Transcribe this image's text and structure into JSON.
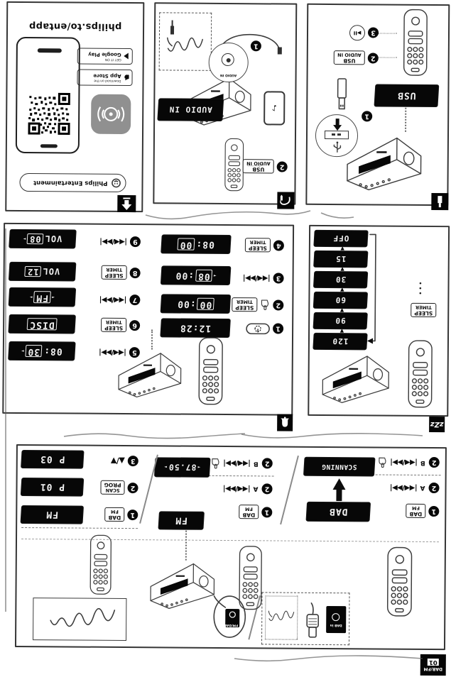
{
  "badges": {
    "dabfm_num": "01",
    "dabfm_label": "DAB/FM",
    "sleep_z": "zZz"
  },
  "icons": {
    "seek": "|◀◀/▶▶|",
    "updown": "▲/▼",
    "play_pause": "▶II",
    "left_arrow": "◄",
    "right_arrow": "►",
    "down_arrow": "▼",
    "note": "♪",
    "dot": "•"
  },
  "p_dab": {
    "btn_dab": "DAB",
    "btn_fm": "FM",
    "btn_scan": "SCAN",
    "btn_prog": "PROG",
    "ant_badge1": "FM/DAB",
    "ant_badge2": "DAB in",
    "dab": {
      "n1": "1",
      "n2": "2",
      "sa": "A",
      "sb": "B",
      "disp1": "DAB",
      "disp2": "SCANNING"
    },
    "fm": {
      "n1": "1",
      "n2": "2",
      "sa": "A",
      "sb": "B",
      "disp1": "FM",
      "disp2": "87.50"
    },
    "preset": {
      "n1": "1",
      "n2": "2",
      "n3": "3",
      "disp1": "FM",
      "disp2": "P 01",
      "disp3": "P 03"
    }
  },
  "p_sleep": {
    "seq": [
      "120",
      "90",
      "60",
      "30",
      "15",
      "OFF"
    ],
    "btn1": "SLEEP",
    "btn2": "TIMER"
  },
  "p_timer": {
    "btn1": "SLEEP",
    "btn2": "TIMER",
    "n1": "1",
    "n2": "2",
    "n3": "3",
    "n4": "4",
    "n5": "5",
    "n6": "6",
    "n7": "7",
    "n8": "8",
    "n9": "9",
    "d1": "12:28",
    "d2_hl": "00",
    "d2_post": ":00",
    "d3_hl": "08",
    "d3_post": ":00",
    "d4_pre": "08:",
    "d4_hl": "00",
    "d5_pre": "08:",
    "d5_hl": "30",
    "d6_hl": "DISC",
    "d7_hl": "FM",
    "d8_pre": "VOL",
    "d8_hl": "12",
    "d9_pre": "VOL",
    "d9_hl": "08"
  },
  "p_usb": {
    "n1": "1",
    "n2": "2",
    "n3": "3",
    "btn_usb": "USB",
    "btn_sub": "AUDIO IN",
    "disp": "USB"
  },
  "p_audio": {
    "n1": "1",
    "n2": "2",
    "btn_usb": "USB",
    "btn_sub": "AUDIO IN",
    "disp": "AUDIO IN",
    "jack": "AUDIO IN"
  },
  "p_app": {
    "url": "philips.to/entapp",
    "pill": "Philips Entertainment",
    "as_small": "Download on the",
    "as_name": "App Store",
    "gp_small": "GET IT ON",
    "gp_name": "Google Play"
  }
}
